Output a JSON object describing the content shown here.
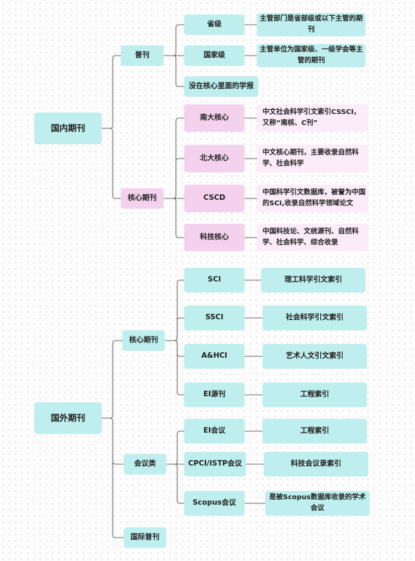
{
  "domestic": {
    "root": "国内期刊",
    "general": {
      "label": "普刊",
      "provincial": "省级",
      "provincial_note": "主管部门是省部级或以下主管的期刊",
      "national": "国家级",
      "national_note": "主管单位为国家级、一级学会等主管的期刊",
      "university": "没在核心里面的学报"
    },
    "core": {
      "label": "核心期刊",
      "items": [
        {
          "name": "南大核心",
          "note": "中文社会科学引文索引CSSCI，又称“南核、C刊”"
        },
        {
          "name": "北大核心",
          "note": "中文核心期刊，主要收录自然科学、社会科学"
        },
        {
          "name": "CSCD",
          "note": "中国科学引文数据库，被誉为中国的SCI,收录自然科学领域论文"
        },
        {
          "name": "科技核心",
          "note": "中国科技论、文统源刊、自然科学、社会科学、综合收录"
        }
      ]
    }
  },
  "foreign": {
    "root": "国外期刊",
    "core": {
      "label": "核心期刊",
      "items": [
        {
          "name": "SCI",
          "note": "理工科学引文索引"
        },
        {
          "name": "SSCI",
          "note": "社会科学引文索引"
        },
        {
          "name": "A&HCI",
          "note": "艺术人文引文索引"
        },
        {
          "name": "EI源刊",
          "note": "工程索引"
        }
      ]
    },
    "conference": {
      "label": "会议类",
      "items": [
        {
          "name": "EI会议",
          "note": "工程索引"
        },
        {
          "name": "CPCI/ISTP会议",
          "note": "科技会议录索引"
        },
        {
          "name": "Scopus会议",
          "note": "是被Scopus数据库收录的学术会议"
        }
      ]
    },
    "general": {
      "label": "国际普刊"
    }
  }
}
